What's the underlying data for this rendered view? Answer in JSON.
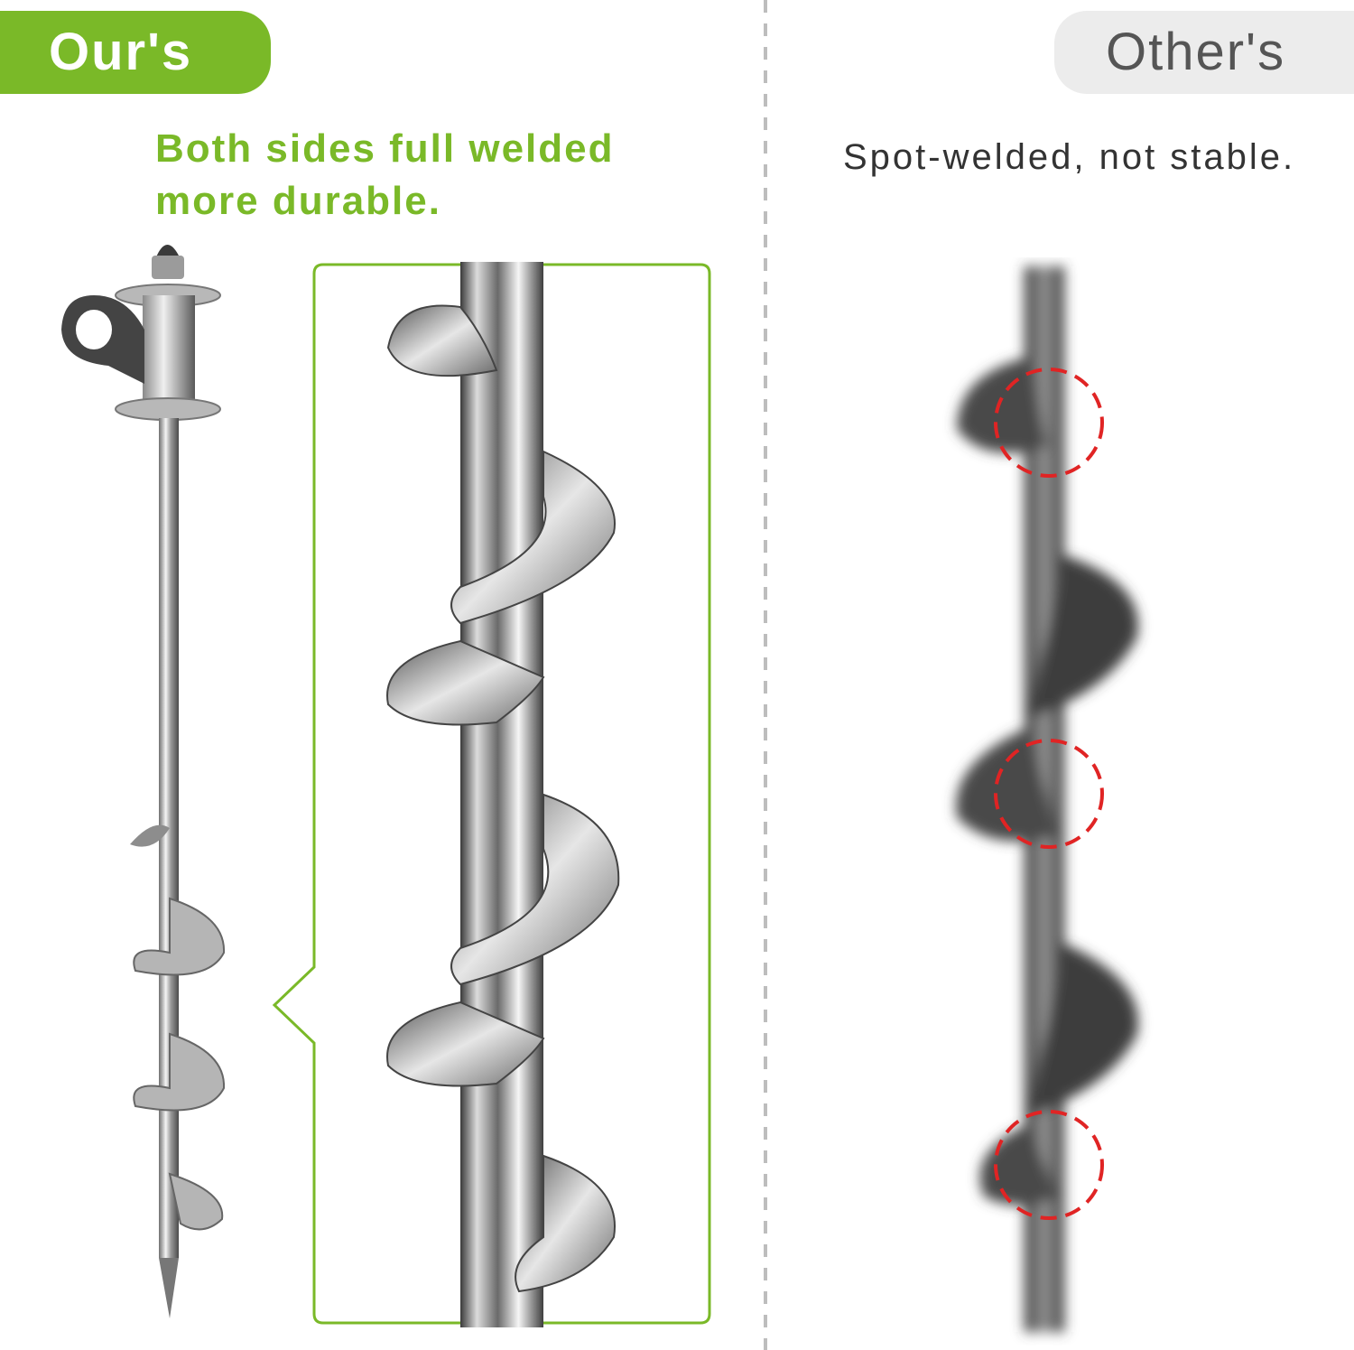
{
  "ours": {
    "tab_label": "Our's",
    "caption": [
      "Both sides full welded",
      "more durable."
    ]
  },
  "others": {
    "tab_label": "Other's",
    "caption": "Spot-welded, not stable."
  },
  "colors": {
    "accent_green": "#7ab928",
    "highlight_red": "#e02424",
    "tab_grey": "#ececec",
    "steel": "#a9a9a9"
  },
  "icons": {
    "full_anchor": "ground-anchor-auger-icon",
    "zoom_detail": "welded-helix-closeup-icon",
    "other_anchor": "spot-welded-auger-icon",
    "weld_marker": "dashed-circle-marker-icon"
  }
}
